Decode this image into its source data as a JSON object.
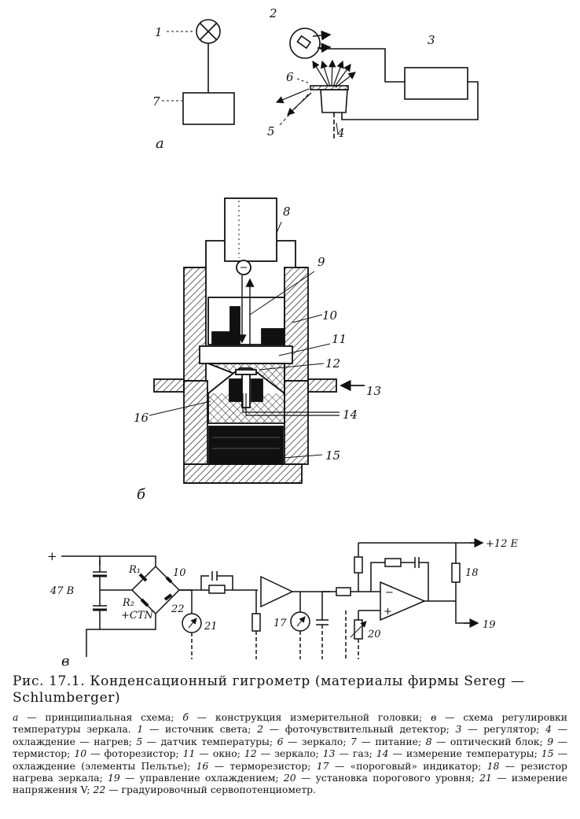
{
  "figure": {
    "panel_a": {
      "panel_label": "а",
      "labels": {
        "n1": "1",
        "n2": "2",
        "n3": "3",
        "n4": "4",
        "n5": "5",
        "n6": "6",
        "n7": "7"
      }
    },
    "panel_b": {
      "panel_label": "б",
      "labels": {
        "n8": "8",
        "n9": "9",
        "n10": "10",
        "n11": "11",
        "n12": "12",
        "n13": "13",
        "n14": "14",
        "n15": "15",
        "n16": "16"
      }
    },
    "panel_v": {
      "panel_label": "в",
      "plus_label": "+",
      "voltage_left": "47 В",
      "r1": "R₁",
      "r2": "R₂",
      "ctn": "+CTN",
      "n10": "10",
      "n22": "22",
      "n21": "21",
      "n17": "17",
      "n18": "18",
      "n19": "19",
      "n20": "20",
      "plus12": "+12 Е",
      "opamp_minus": "−",
      "opamp_plus": "+"
    }
  },
  "caption": {
    "title": "Рис. 17.1. Конденсационный гигрометр (материалы фирмы Sereg — Schlumberger)",
    "legend": [
      {
        "k": "а",
        "t": " — принципиальная схема; "
      },
      {
        "k": "б",
        "t": " — конструкция измерительной головки; "
      },
      {
        "k": "в",
        "t": " — схема регулировки температуры зеркала. "
      },
      {
        "k": "1",
        "t": " — источник света; "
      },
      {
        "k": "2",
        "t": " — фоточувствительный детектор; "
      },
      {
        "k": "3",
        "t": " — регулятор; "
      },
      {
        "k": "4",
        "t": " — охлаждение — нагрев; "
      },
      {
        "k": "5",
        "t": " — датчик температуры; "
      },
      {
        "k": "6",
        "t": " — зеркало; "
      },
      {
        "k": "7",
        "t": " — питание; "
      },
      {
        "k": "8",
        "t": " — оптический блок; "
      },
      {
        "k": "9",
        "t": " — термистор; "
      },
      {
        "k": "10",
        "t": " — фоторезистор; "
      },
      {
        "k": "11",
        "t": " — окно; "
      },
      {
        "k": "12",
        "t": " — зеркало; "
      },
      {
        "k": "13",
        "t": " — газ; "
      },
      {
        "k": "14",
        "t": " — измерение температуры; "
      },
      {
        "k": "15",
        "t": " — охлаждение (элементы Пельтье); "
      },
      {
        "k": "16",
        "t": " — терморезистор; "
      },
      {
        "k": "17",
        "t": " — «пороговый» индикатор; "
      },
      {
        "k": "18",
        "t": " — резистор нагрева зеркала; "
      },
      {
        "k": "19",
        "t": " — управление охлаждением; "
      },
      {
        "k": "20",
        "t": " — установка порогового уровня; "
      },
      {
        "k": "21",
        "t": " — измерение напряжения V; "
      },
      {
        "k": "22",
        "t": " — градуировочный сервопотенциометр."
      }
    ]
  }
}
